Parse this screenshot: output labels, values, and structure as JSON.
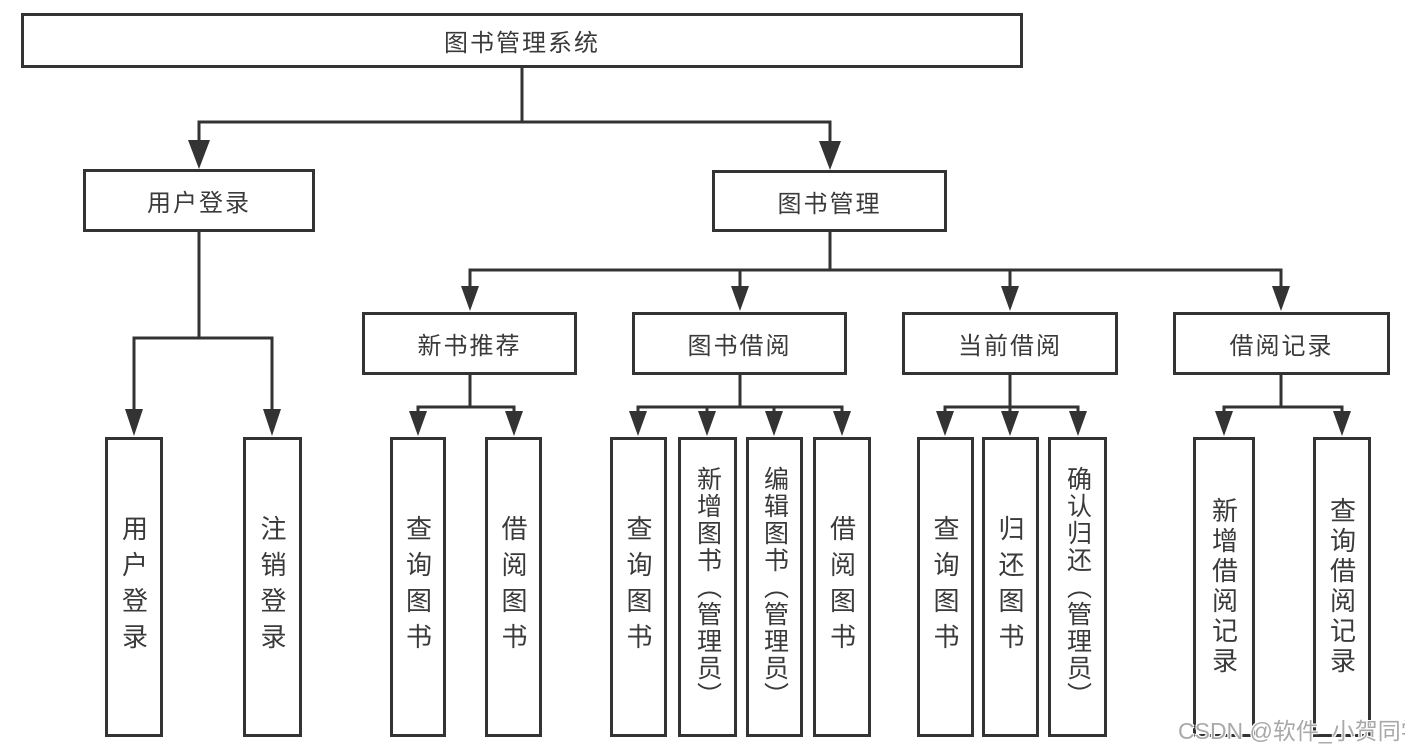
{
  "diagram": {
    "root": {
      "label": "图书管理系统"
    },
    "branches": [
      {
        "label": "用户登录",
        "children": [
          {
            "label": "用户登录"
          },
          {
            "label": "注销登录"
          }
        ]
      },
      {
        "label": "图书管理",
        "children": [
          {
            "label": "新书推荐",
            "children": [
              {
                "label": "查询图书"
              },
              {
                "label": "借阅图书"
              }
            ]
          },
          {
            "label": "图书借阅",
            "children": [
              {
                "label": "查询图书"
              },
              {
                "label": "新增图书（管理员）"
              },
              {
                "label": "编辑图书（管理员）"
              },
              {
                "label": "借阅图书"
              }
            ]
          },
          {
            "label": "当前借阅",
            "children": [
              {
                "label": "查询图书"
              },
              {
                "label": "归还图书"
              },
              {
                "label": "确认归还（管理员）"
              }
            ]
          },
          {
            "label": "借阅记录",
            "children": [
              {
                "label": "新增借阅记录"
              },
              {
                "label": "查询借阅记录"
              }
            ]
          }
        ]
      }
    ]
  },
  "watermark": {
    "text": "CSDN @软件_小贺同学",
    "color": "#a9a9a9"
  },
  "colors": {
    "background": "#ffffff",
    "line": "#333333",
    "box_border": "#333333",
    "text": "#3a3a3a"
  }
}
